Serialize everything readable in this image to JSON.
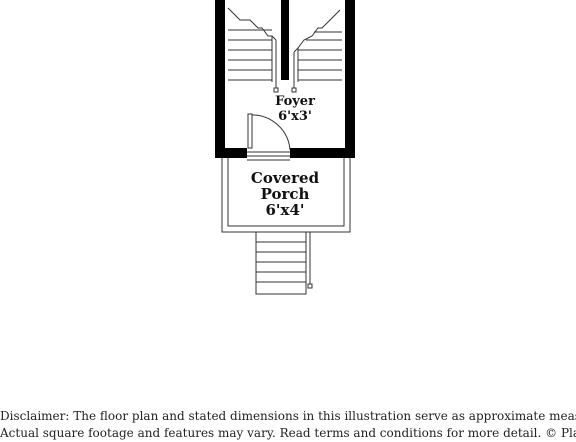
{
  "rooms": {
    "foyer": {
      "name": "Foyer",
      "dimensions": "6'x3'"
    },
    "porch": {
      "name_line1": "Covered",
      "name_line2": "Porch",
      "dimensions": "6'x4'"
    }
  },
  "disclaimer": {
    "line1": "Disclaimer: The floor plan and stated dimensions in this illustration serve as approximate measurements.",
    "line2": "Actual square footage and features may vary. Read terms and conditions for more detail. © PlanOmatic"
  },
  "colors": {
    "wall": "#000000",
    "line": "#333333",
    "background": "#ffffff"
  }
}
